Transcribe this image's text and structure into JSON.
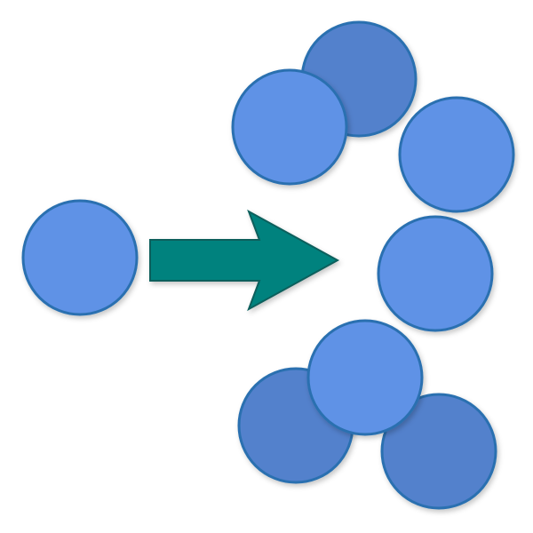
{
  "colors": {
    "background": "#ffffff",
    "circle_light_fill": "#5f92e6",
    "circle_dark_fill": "#5281cc",
    "circle_stroke": "#2a70b0",
    "arrow_fill": "#00827e",
    "arrow_stroke": "#0a5f5c"
  },
  "diagram": {
    "source_node": {
      "shade": "light"
    },
    "arrow": {
      "direction": "right"
    },
    "target_nodes": [
      {
        "id": "top-back",
        "shade": "dark"
      },
      {
        "id": "top-front",
        "shade": "light"
      },
      {
        "id": "upper-right",
        "shade": "light"
      },
      {
        "id": "middle-right",
        "shade": "light"
      },
      {
        "id": "bottom-left",
        "shade": "dark"
      },
      {
        "id": "bottom-right",
        "shade": "dark"
      },
      {
        "id": "bottom-front",
        "shade": "light"
      }
    ]
  }
}
